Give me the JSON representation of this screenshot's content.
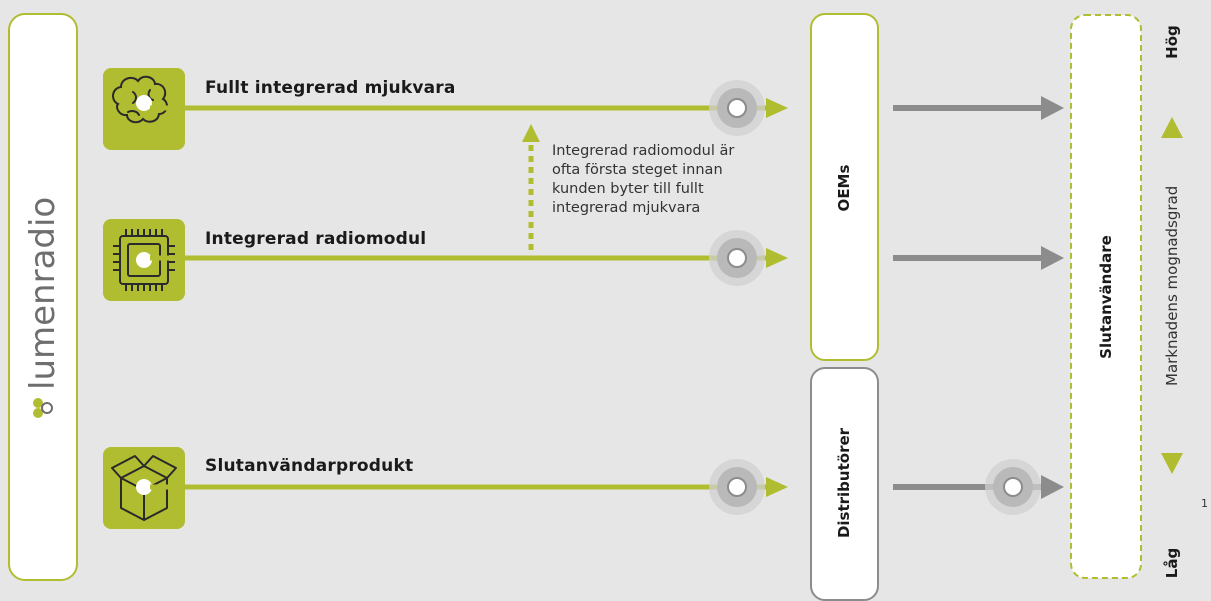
{
  "brand": {
    "name_part1": "lumen",
    "name_part2": "radio"
  },
  "lanes": [
    {
      "title": "Fullt integrerad mjukvara",
      "icon": "brain-icon"
    },
    {
      "title": "Integrerad radiomodul",
      "icon": "chip-icon"
    },
    {
      "title": "Slutanvändarprodukt",
      "icon": "box-icon"
    }
  ],
  "note": {
    "lines": [
      "Integrerad radiomodul är",
      "ofta första steget innan",
      "kunden byter till fullt",
      "integrerad mjukvara"
    ]
  },
  "channels": {
    "oems": "OEMs",
    "distributors": "Distributörer",
    "end_users": "Slutanvändare"
  },
  "maturity": {
    "high": "Hög",
    "low": "Låg",
    "label": "Marknadens mognadsgrad"
  },
  "page_number": "1",
  "colors": {
    "accent": "#b1bd31",
    "arrow_gray": "#8c8c8c",
    "background": "#e6e6e6",
    "panel": "#ffffff"
  }
}
